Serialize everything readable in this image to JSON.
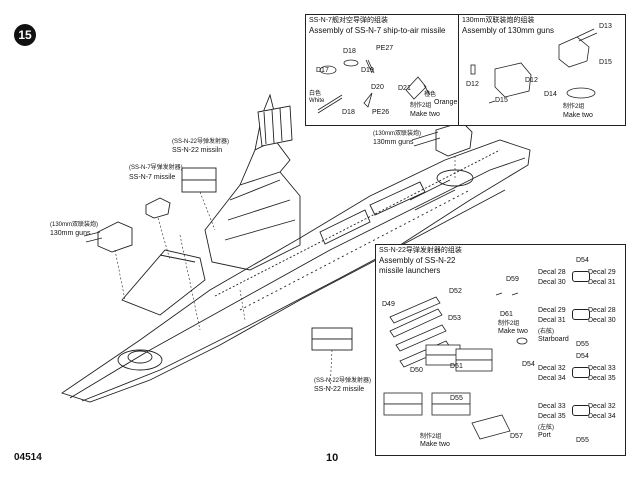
{
  "page": {
    "step_number": "15",
    "kit_number": "04514",
    "page_number": "10"
  },
  "missile_assembly": {
    "title_cn": "SS-N-7舰对空导弹的组装",
    "title_en": "Assembly of SS-N-7 ship-to-air missile",
    "parts": [
      "D18",
      "PE27",
      "D17",
      "D19",
      "D20",
      "D21",
      "PE26",
      "D18"
    ],
    "white_cn": "白色",
    "white_en": "White",
    "orange_cn": "橙色",
    "orange_en": "Orange",
    "make_two_cn": "制作2组",
    "make_two_en": "Make two"
  },
  "gun_assembly": {
    "title_cn": "130mm双联装炮的组装",
    "title_en": "Assembly of 130mm guns",
    "parts": [
      "D13",
      "D15",
      "D12",
      "D12",
      "D15",
      "D14"
    ],
    "make_two_cn": "制作2组",
    "make_two_en": "Make two"
  },
  "launcher_assembly": {
    "title_cn": "SS-N-22导弹发射器的组装",
    "title_en_1": "Assembly of SS-N-22",
    "title_en_2": "missile launchers",
    "parts": [
      "D49",
      "D52",
      "D53",
      "D59",
      "D61",
      "D50",
      "D51",
      "D54",
      "D55",
      "D57"
    ],
    "make_two_cn": "制作2组",
    "make_two_en": "Make two",
    "make_two_cn_b": "制作2组",
    "make_two_en_b": "Make two",
    "d54_top": "D54",
    "d55_top": "D55",
    "d54_bottom": "D54",
    "d55_bottom": "D55",
    "starboard_cn": "(右舷)",
    "starboard_en": "Starboard",
    "port_cn": "(左舷)",
    "port_en": "Port",
    "decals_starboard": [
      [
        "Decal 28",
        "Decal 29"
      ],
      [
        "Decal 30",
        "Decal 31"
      ],
      [
        "Decal 29",
        "Decal 28"
      ],
      [
        "Decal 31",
        "Decal 30"
      ]
    ],
    "decals_port": [
      [
        "Decal 32",
        "Decal 33"
      ],
      [
        "Decal 34",
        "Decal 35"
      ],
      [
        "Decal 33",
        "Decal 32"
      ],
      [
        "Decal 35",
        "Decal 34"
      ]
    ]
  },
  "ship_callouts": {
    "gun_right_cn": "(130mm双联装炮)",
    "gun_right_en": "130mm guns",
    "ssn22_top_cn": "(SS-N-22导弹发射器)",
    "ssn22_top_en": "SS-N-22 missiln",
    "ssn7_cn": "(SS-N-7导弹发射器)",
    "ssn7_en": "SS-N-7 missile",
    "gun_left_cn": "(130mm双联装炮)",
    "gun_left_en": "130mm guns",
    "ssn22_bottom_cn": "(SS-N-22导弹发射器)",
    "ssn22_bottom_en": "SS-N-22 missile"
  }
}
